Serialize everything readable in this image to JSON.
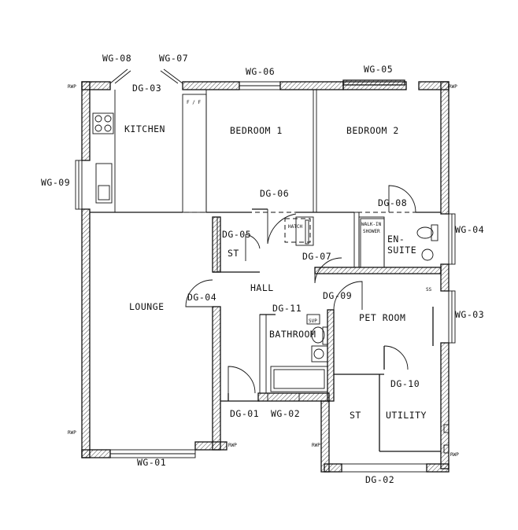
{
  "rooms": {
    "kitchen": "KITCHEN",
    "bedroom1": "BEDROOM 1",
    "bedroom2": "BEDROOM 2",
    "st_upper": "ST",
    "hall": "HALL",
    "lounge": "LOUNGE",
    "ensuite_1": "EN-",
    "ensuite_2": "SUITE",
    "pet_room": "PET ROOM",
    "bathroom": "BATHROOM",
    "st_lower": "ST",
    "utility": "UTILITY"
  },
  "windows": {
    "wg01": "WG-01",
    "wg02": "WG-02",
    "wg03": "WG-03",
    "wg04": "WG-04",
    "wg05": "WG-05",
    "wg06": "WG-06",
    "wg07": "WG-07",
    "wg08": "WG-08",
    "wg09": "WG-09"
  },
  "doors": {
    "dg01": "DG-01",
    "dg02": "DG-02",
    "dg03": "DG-03",
    "dg04": "DG-04",
    "dg05": "DG-05",
    "dg06": "DG-06",
    "dg07": "DG-07",
    "dg08": "DG-08",
    "dg09": "DG-09",
    "dg10": "DG-10",
    "dg11": "DG-11"
  },
  "fixtures": {
    "fridge": "F / F",
    "hatch": "HATCH",
    "walkin_1": "WALK-IN",
    "walkin_2": "SHOWER",
    "svp": "SVP",
    "ss": "SS",
    "rwp": "RWP"
  }
}
